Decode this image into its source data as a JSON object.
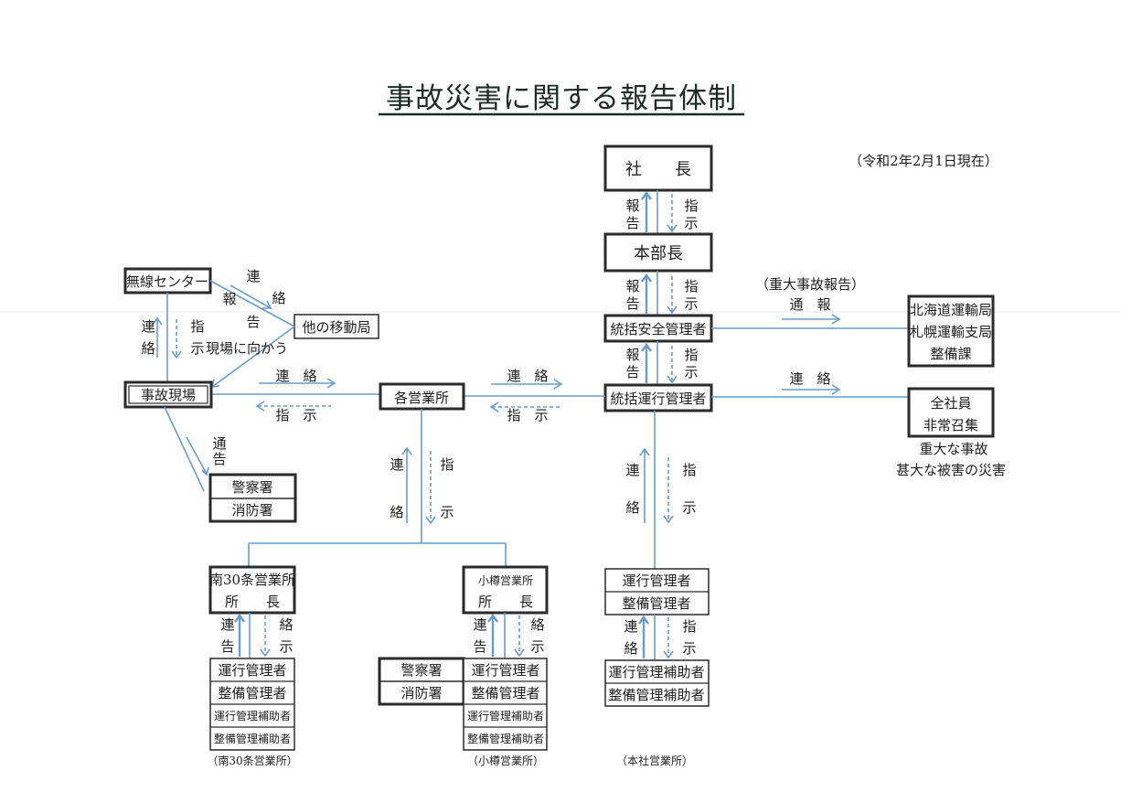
{
  "title": "事故災害に関する報告体制",
  "as_of": "（令和2年2月1日現在）",
  "nodes": {
    "president": "社　　長",
    "division_head": "本部長",
    "safety_manager": "統括安全管理者",
    "operations_manager": "統括運行管理者",
    "radio_center": "無線センター",
    "other_mobile": "他の移動局",
    "accident_site": "事故現場",
    "branches": "各営業所",
    "police_1": "警察署",
    "fire_1": "消防署",
    "transport_bureau": [
      "北海道運輸局",
      "札幌運輸支局",
      "整備課"
    ],
    "all_staff": [
      "全社員",
      "非常召集"
    ],
    "all_staff_note": [
      "重大な事故",
      "甚大な被害の災害"
    ],
    "minami30": {
      "head": [
        "南30条営業所",
        "所　　長"
      ],
      "staff": [
        "運行管理者",
        "整備管理者",
        "運行管理補助者",
        "整備管理補助者"
      ],
      "caption": "（南30条営業所）"
    },
    "otaru": {
      "head": [
        "小樽営業所",
        "所　　長"
      ],
      "staff": [
        "運行管理者",
        "整備管理者",
        "運行管理補助者",
        "整備管理補助者"
      ],
      "caption": "（小樽営業所）",
      "police": "警察署",
      "fire": "消防署"
    },
    "honsha": {
      "managers": [
        "運行管理者",
        "整備管理者"
      ],
      "assistants": [
        "運行管理補助者",
        "整備管理補助者"
      ],
      "caption": "（本社営業所）"
    }
  },
  "labels": {
    "report": [
      "報",
      "告"
    ],
    "instruct": [
      "指",
      "示"
    ],
    "contact": [
      "連",
      "絡"
    ],
    "contact_h": "連　絡",
    "instruct_h": "指　示",
    "notify_h": "通　報",
    "serious_report": "（重大事故報告）",
    "notify_v": [
      "通",
      "告"
    ],
    "go_to_site": "現場に向かう",
    "radio_contact": [
      "連",
      "絡"
    ],
    "radio_report": [
      "報",
      "告"
    ],
    "branch_pair_left": [
      "連",
      "告"
    ],
    "branch_pair_right": [
      "絡",
      "示"
    ]
  }
}
